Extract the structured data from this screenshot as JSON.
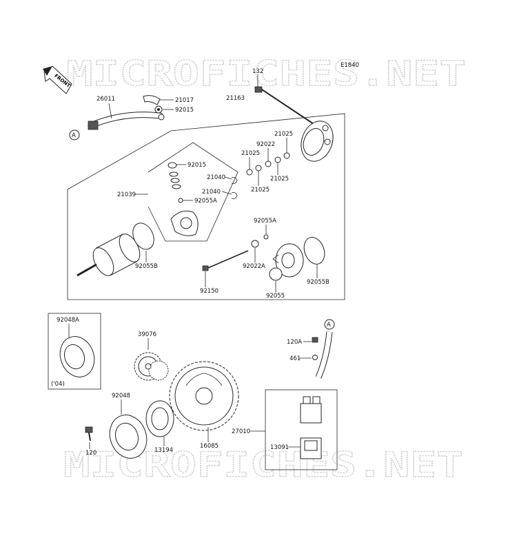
{
  "watermark": "MICROFICHES.NET",
  "figure_code": "E1840",
  "orientation_badge": "FRONT",
  "ref_marker": "A",
  "variant_note": "('04)",
  "labels": {
    "p132": "132",
    "p26011": "26011",
    "p21017": "21017",
    "p92015a": "92015",
    "p21163": "21163",
    "p21025a": "21025",
    "p92022": "92022",
    "p21025b": "21025",
    "p21025c": "21025",
    "p21025d": "21025",
    "p92015b": "92015",
    "p21040a": "21040",
    "p21040b": "21040",
    "p21039": "21039",
    "p92055a": "92055A",
    "p92055a2": "92055A",
    "p92055b": "92055B",
    "p92022a": "92022A",
    "p92150": "92150",
    "p92055": "92055",
    "p92055b2": "92055B",
    "p92048a": "92048A",
    "p39076": "39076",
    "p120a": "120A",
    "p461": "461",
    "p92048": "92048",
    "p27010": "27010",
    "p120": "120",
    "p13194": "13194",
    "p16085": "16085",
    "p13091": "13091"
  }
}
